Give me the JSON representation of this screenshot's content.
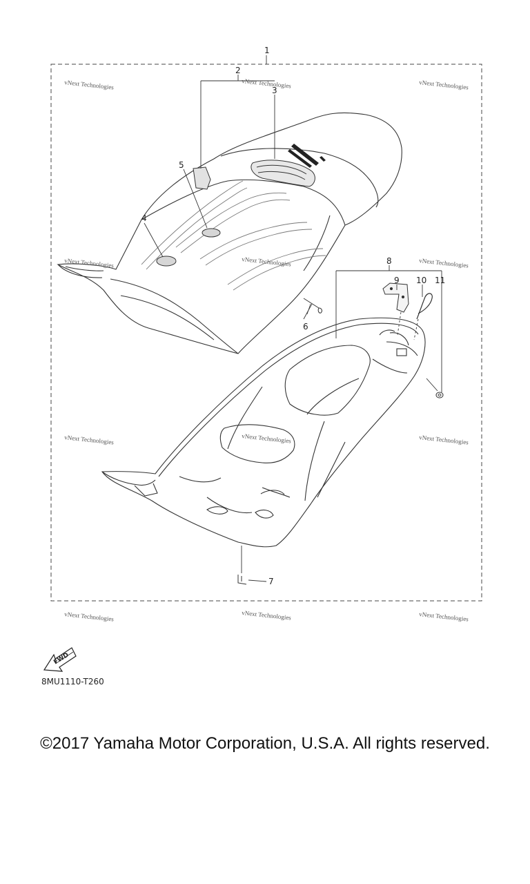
{
  "callouts": [
    {
      "id": "1",
      "label": "1"
    },
    {
      "id": "2",
      "label": "2"
    },
    {
      "id": "3",
      "label": "3"
    },
    {
      "id": "4",
      "label": "4"
    },
    {
      "id": "5",
      "label": "5"
    },
    {
      "id": "6",
      "label": "6"
    },
    {
      "id": "7",
      "label": "7"
    },
    {
      "id": "8",
      "label": "8"
    },
    {
      "id": "9",
      "label": "9"
    },
    {
      "id": "10",
      "label": "10"
    },
    {
      "id": "11",
      "label": "11"
    }
  ],
  "watermark": {
    "text": "vNext Technologies"
  },
  "fwd_badge": {
    "text": "FWD"
  },
  "diagram_code": "8MU1110-T260",
  "copyright": "©2017 Yamaha Motor Corporation, U.S.A. All rights reserved."
}
